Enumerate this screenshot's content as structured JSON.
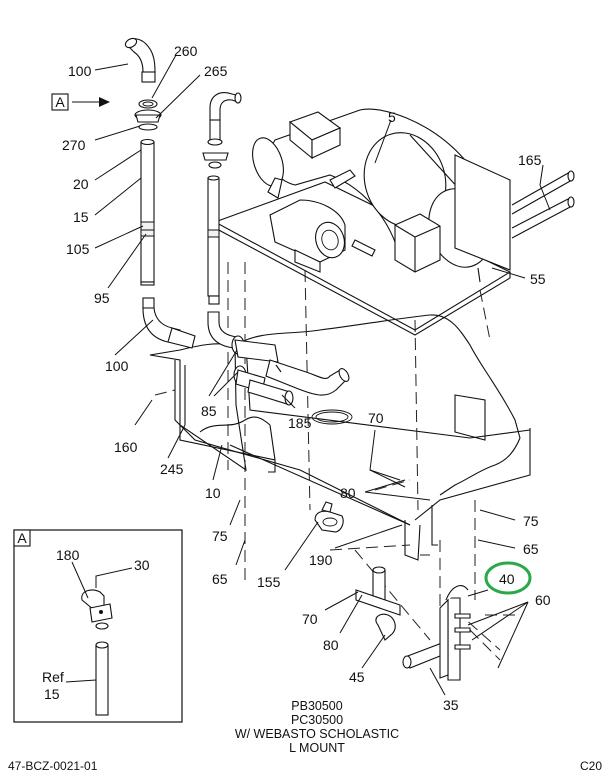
{
  "callouts": {
    "c100a": "100",
    "c260": "260",
    "c265": "265",
    "c270": "270",
    "c20": "20",
    "c15": "15",
    "c105": "105",
    "c95": "95",
    "c100b": "100",
    "c85": "85",
    "c160": "160",
    "c245": "245",
    "c10": "10",
    "c185": "185",
    "c70a": "70",
    "c80a": "80",
    "c75a": "75",
    "c65a": "65",
    "c155": "155",
    "c190": "190",
    "c5": "5",
    "c165": "165",
    "c55": "55",
    "c75b": "75",
    "c65b": "65",
    "c40": "40",
    "c60": "60",
    "c70b": "70",
    "c80b": "80",
    "c45": "45",
    "c35": "35",
    "c180": "180",
    "c30": "30",
    "cRef": "Ref",
    "c15b": "15"
  },
  "view_label": "A",
  "inset_label": "A",
  "caption": {
    "line1": "PB30500",
    "line2": "PC30500",
    "line3": "W/ WEBASTO SCHOLASTIC",
    "line4": "L MOUNT"
  },
  "footer": {
    "left": "47-BCZ-0021-01",
    "right": "C20"
  },
  "colors": {
    "highlight": "#2aa84a",
    "line": "#111111"
  }
}
